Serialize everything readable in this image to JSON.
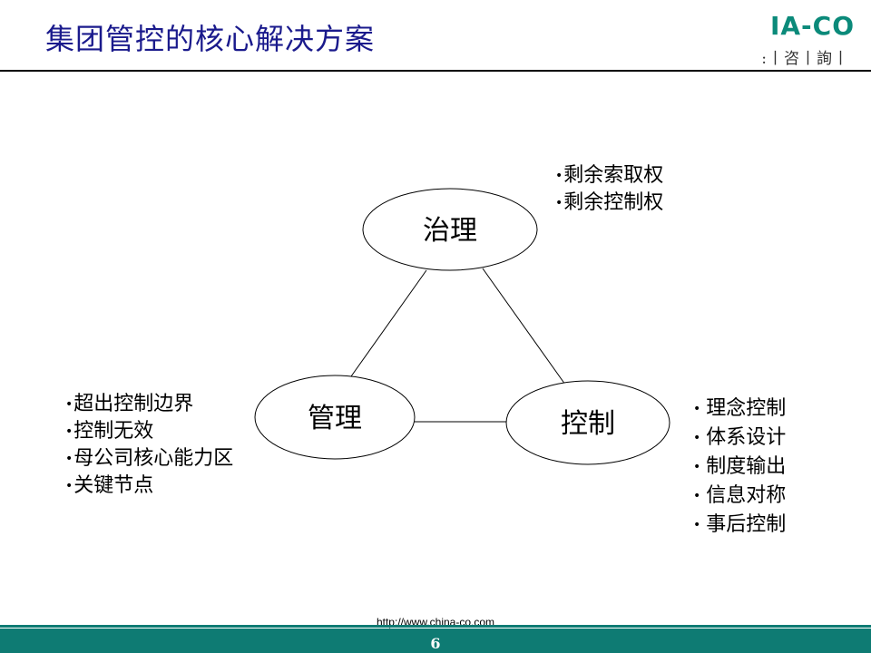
{
  "slide": {
    "title": "集团管控的核心解决方案",
    "footer_url": "http://www.china-co.com",
    "page_number": "6"
  },
  "logo": {
    "text": "IA-CO",
    "subtitle": ":丨咨丨詢丨"
  },
  "diagram": {
    "nodes": {
      "governance": "治理",
      "management": "管理",
      "control": "控制"
    },
    "bullets_governance": [
      "剩余索取权",
      "剩余控制权"
    ],
    "bullets_management": [
      "超出控制边界",
      "控制无效",
      "母公司核心能力区",
      "关键节点"
    ],
    "bullets_control": [
      "理念控制",
      "体系设计",
      "制度输出",
      "信息对称",
      "事后控制"
    ]
  },
  "colors": {
    "title": "#1a1a8c",
    "brand": "#0e7b73"
  }
}
